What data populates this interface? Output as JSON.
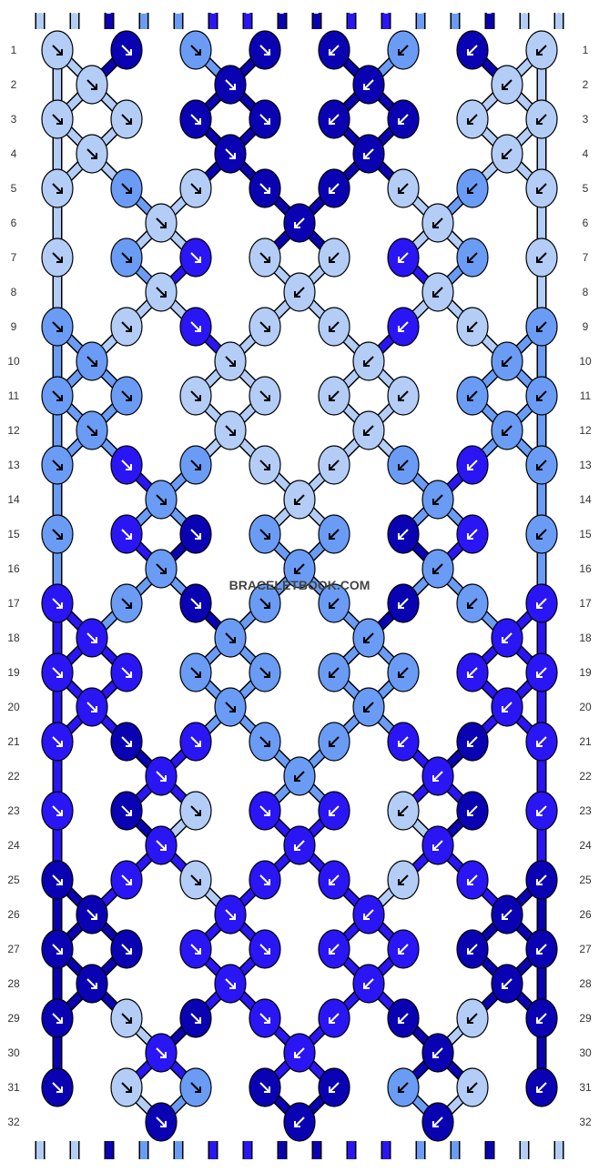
{
  "watermark": "BRACELETBOOK.COM",
  "colors": {
    "A": "#b3cdf7",
    "B": "#6a9cf5",
    "C": "#2a15f5",
    "D": "#0a02b2"
  },
  "strand_labels_top": [
    "A",
    "A",
    "D",
    "B",
    "B",
    "C",
    "C",
    "D",
    "D",
    "C",
    "C",
    "B",
    "B",
    "D",
    "A",
    "A"
  ],
  "strand_labels_bottom": [
    "A",
    "A",
    "D",
    "B",
    "B",
    "C",
    "C",
    "D",
    "D",
    "C",
    "C",
    "B",
    "B",
    "D",
    "A",
    "A"
  ],
  "row_numbers": [
    "1",
    "2",
    "3",
    "4",
    "5",
    "6",
    "7",
    "8",
    "9",
    "10",
    "11",
    "12",
    "13",
    "14",
    "15",
    "16",
    "17",
    "18",
    "19",
    "20",
    "21",
    "22",
    "23",
    "24",
    "25",
    "26",
    "27",
    "28",
    "29",
    "30",
    "31",
    "32"
  ],
  "knot_colors": [
    [
      "A",
      "D",
      "B",
      "D",
      "D",
      "B",
      "D",
      "A"
    ],
    [
      "A",
      "D",
      "D",
      "A"
    ],
    [
      "A",
      "A",
      "D",
      "D",
      "D",
      "D",
      "A",
      "A"
    ],
    [
      "A",
      "D",
      "D",
      "A"
    ],
    [
      "A",
      "B",
      "A",
      "D",
      "D",
      "A",
      "B",
      "A"
    ],
    [
      "A",
      "D",
      "A"
    ],
    [
      "A",
      "B",
      "C",
      "A",
      "A",
      "C",
      "B",
      "A"
    ],
    [
      "A",
      "A",
      "A"
    ],
    [
      "B",
      "A",
      "C",
      "A",
      "A",
      "C",
      "A",
      "B"
    ],
    [
      "B",
      "A",
      "A",
      "B"
    ],
    [
      "B",
      "B",
      "A",
      "A",
      "A",
      "A",
      "B",
      "B"
    ],
    [
      "B",
      "A",
      "A",
      "B"
    ],
    [
      "B",
      "C",
      "B",
      "A",
      "A",
      "B",
      "C",
      "B"
    ],
    [
      "B",
      "A",
      "B"
    ],
    [
      "B",
      "C",
      "D",
      "B",
      "B",
      "D",
      "C",
      "B"
    ],
    [
      "B",
      "B",
      "B"
    ],
    [
      "C",
      "B",
      "D",
      "B",
      "B",
      "D",
      "B",
      "C"
    ],
    [
      "C",
      "B",
      "B",
      "C"
    ],
    [
      "C",
      "C",
      "B",
      "B",
      "B",
      "B",
      "C",
      "C"
    ],
    [
      "C",
      "B",
      "B",
      "C"
    ],
    [
      "C",
      "D",
      "C",
      "B",
      "B",
      "C",
      "D",
      "C"
    ],
    [
      "C",
      "B",
      "C"
    ],
    [
      "C",
      "D",
      "A",
      "C",
      "C",
      "A",
      "D",
      "C"
    ],
    [
      "C",
      "C",
      "C"
    ],
    [
      "D",
      "C",
      "A",
      "C",
      "C",
      "A",
      "C",
      "D"
    ],
    [
      "D",
      "C",
      "C",
      "D"
    ],
    [
      "D",
      "D",
      "C",
      "C",
      "C",
      "C",
      "D",
      "D"
    ],
    [
      "D",
      "C",
      "C",
      "D"
    ],
    [
      "D",
      "A",
      "D",
      "C",
      "C",
      "D",
      "A",
      "D"
    ],
    [
      "C",
      "C",
      "D"
    ],
    [
      "D",
      "A",
      "B",
      "D",
      "D",
      "B",
      "A",
      "D"
    ],
    [
      "D",
      "D",
      "D"
    ]
  ]
}
